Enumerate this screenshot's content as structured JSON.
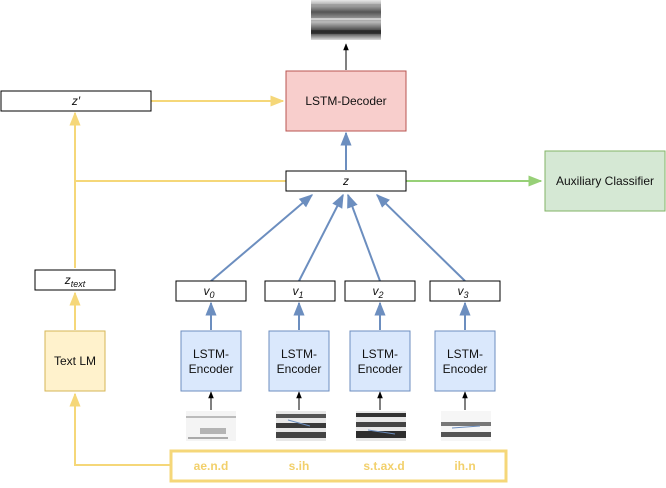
{
  "nodes": {
    "decoder": "LSTM-Decoder",
    "z": "z",
    "z_prime": "z′",
    "auxiliary": "Auxiliary Classifier",
    "text_lm": "Text LM",
    "z_text_base": "z",
    "z_text_sub": "text",
    "encoder_line1": "LSTM-",
    "encoder_line2": "Encoder",
    "v_base": "v",
    "v_subs": [
      "0",
      "1",
      "2",
      "3"
    ]
  },
  "phonemes": [
    "ae.n.d",
    "s.ih",
    "s.t.ax.d",
    "ih.n"
  ],
  "colors": {
    "decoder_fill": "#f8cecc",
    "decoder_stroke": "#b85450",
    "encoder_fill": "#dae8fc",
    "encoder_stroke": "#6c8ebf",
    "aux_fill": "#d5e8d4",
    "aux_stroke": "#82b366",
    "lm_fill": "#fff2cc",
    "lm_stroke": "#d6b656",
    "yellow_edge": "#f5d779",
    "blue_edge": "#6c8ebf",
    "green_edge": "#97d077"
  }
}
